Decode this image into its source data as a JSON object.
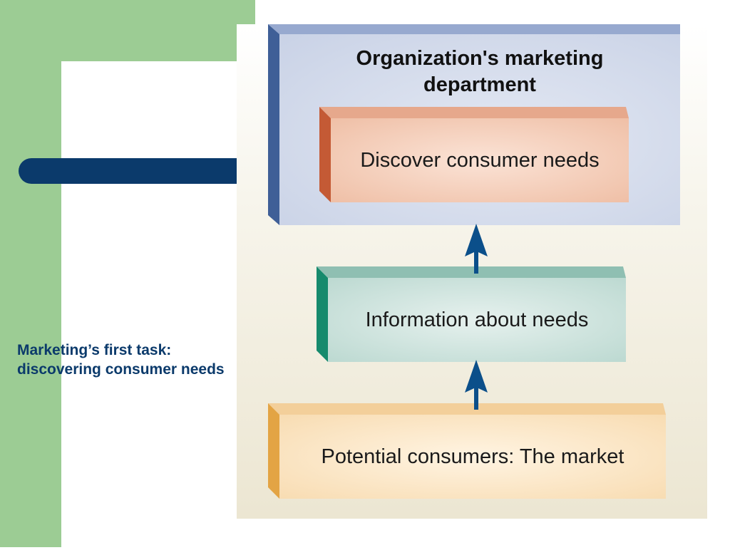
{
  "sidebar": {
    "caption": "Marketing’s first task: discovering consumer needs"
  },
  "diagram": {
    "organization": "Organization's marketing department",
    "discover": "Discover consumer needs",
    "information": "Information about needs",
    "consumers": "Potential consumers: The market"
  },
  "colors": {
    "frame_green": "#9ccc94",
    "frame_blue": "#0b3a6b",
    "arrow": "#0b4f8a"
  }
}
